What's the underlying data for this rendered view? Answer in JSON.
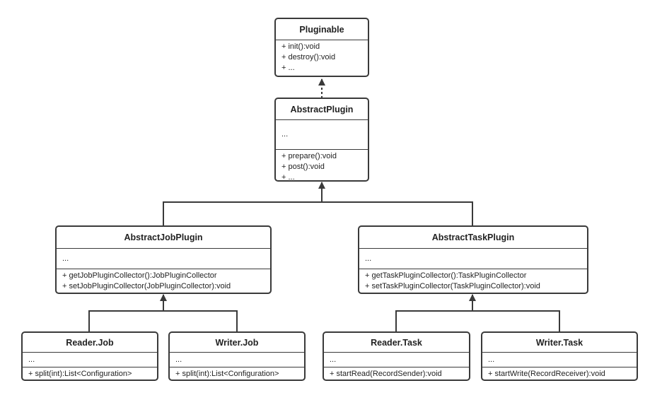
{
  "classes": {
    "pluginable": {
      "name": "Pluginable",
      "attributes": [],
      "methods": [
        "+ init():void",
        "+ destroy():void",
        "+ ..."
      ]
    },
    "abstract_plugin": {
      "name": "AbstractPlugin",
      "attributes": [
        "..."
      ],
      "methods": [
        "+ prepare():void",
        "+ post():void",
        "+ ..."
      ]
    },
    "abstract_job_plugin": {
      "name": "AbstractJobPlugin",
      "attributes": [
        "..."
      ],
      "methods": [
        "+ getJobPluginCollector():JobPluginCollector",
        "+ setJobPluginCollector(JobPluginCollector):void"
      ]
    },
    "abstract_task_plugin": {
      "name": "AbstractTaskPlugin",
      "attributes": [
        "..."
      ],
      "methods": [
        "+ getTaskPluginCollector():TaskPluginCollector",
        "+ setTaskPluginCollector(TaskPluginCollector):void"
      ]
    },
    "reader_job": {
      "name": "Reader.Job",
      "attributes": [
        "..."
      ],
      "methods": [
        "+ split(int):List<Configuration>"
      ]
    },
    "writer_job": {
      "name": "Writer.Job",
      "attributes": [
        "..."
      ],
      "methods": [
        "+ split(int):List<Configuration>"
      ]
    },
    "reader_task": {
      "name": "Reader.Task",
      "attributes": [
        "..."
      ],
      "methods": [
        "+ startRead(RecordSender):void"
      ]
    },
    "writer_task": {
      "name": "Writer.Task",
      "attributes": [
        "..."
      ],
      "methods": [
        "+ startWrite(RecordReceiver):void"
      ]
    }
  },
  "relations": [
    {
      "from": "AbstractPlugin",
      "to": "Pluginable",
      "kind": "realization"
    },
    {
      "from": "AbstractJobPlugin",
      "to": "AbstractPlugin",
      "kind": "inheritance"
    },
    {
      "from": "AbstractTaskPlugin",
      "to": "AbstractPlugin",
      "kind": "inheritance"
    },
    {
      "from": "Reader.Job",
      "to": "AbstractJobPlugin",
      "kind": "inheritance"
    },
    {
      "from": "Writer.Job",
      "to": "AbstractJobPlugin",
      "kind": "inheritance"
    },
    {
      "from": "Reader.Task",
      "to": "AbstractTaskPlugin",
      "kind": "inheritance"
    },
    {
      "from": "Writer.Task",
      "to": "AbstractTaskPlugin",
      "kind": "inheritance"
    }
  ],
  "colors": {
    "line": "#3a3a3a",
    "background": "#ffffff"
  }
}
